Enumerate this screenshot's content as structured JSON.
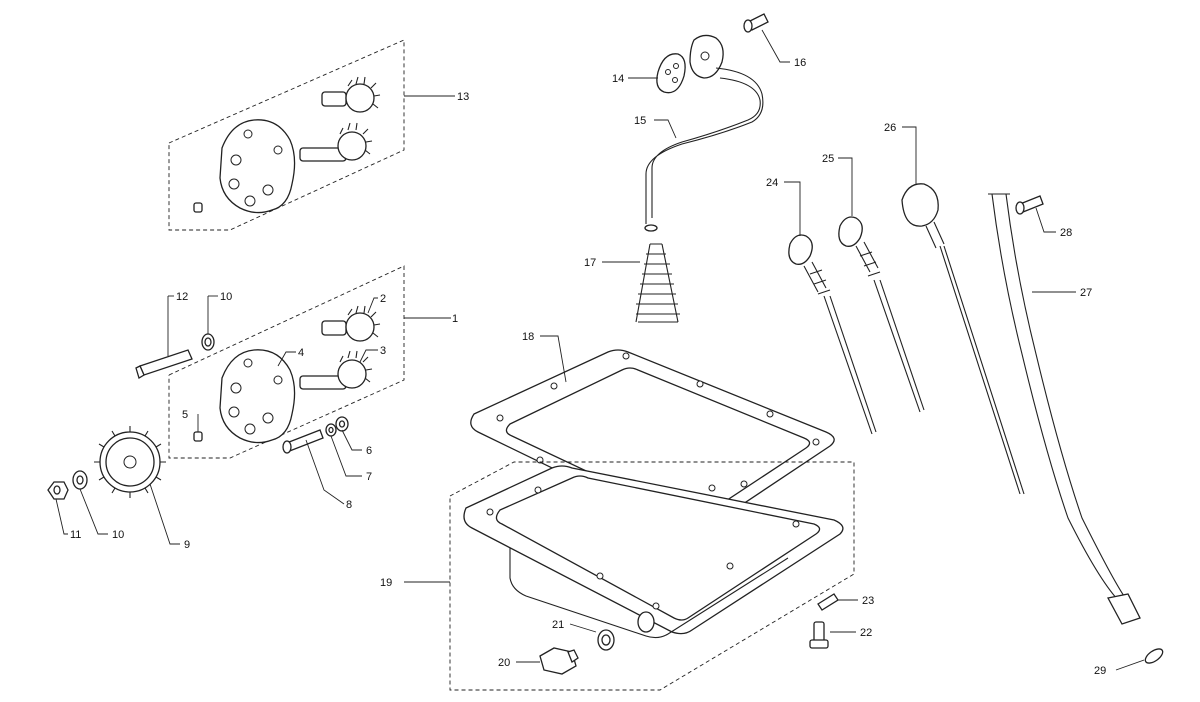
{
  "callouts": {
    "c1": "1",
    "c2": "2",
    "c3": "3",
    "c4": "4",
    "c5": "5",
    "c6": "6",
    "c7": "7",
    "c8": "8",
    "c9": "9",
    "c10a": "10",
    "c10b": "10",
    "c11": "11",
    "c12": "12",
    "c13": "13",
    "c14": "14",
    "c15": "15",
    "c16": "16",
    "c17": "17",
    "c18": "18",
    "c19": "19",
    "c20": "20",
    "c21": "21",
    "c22": "22",
    "c23": "23",
    "c24": "24",
    "c25": "25",
    "c26": "26",
    "c27": "27",
    "c28": "28",
    "c29": "29"
  }
}
